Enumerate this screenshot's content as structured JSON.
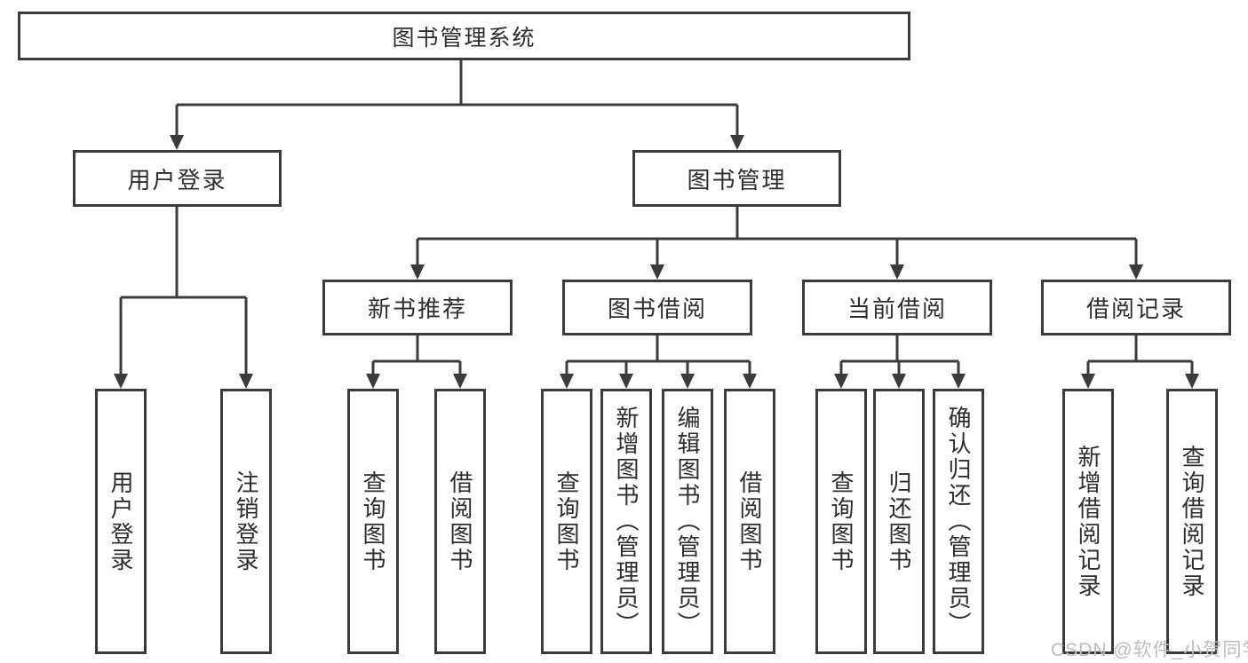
{
  "diagram": {
    "root": {
      "label": "图书管理系统"
    },
    "level2": [
      {
        "label": "用户登录"
      },
      {
        "label": "图书管理"
      }
    ],
    "level3": [
      {
        "label": "新书推荐",
        "parent": "图书管理"
      },
      {
        "label": "图书借阅",
        "parent": "图书管理"
      },
      {
        "label": "当前借阅",
        "parent": "图书管理"
      },
      {
        "label": "借阅记录",
        "parent": "图书管理"
      }
    ],
    "leaves": [
      {
        "label": "用户登录",
        "parent": "用户登录"
      },
      {
        "label": "注销登录",
        "parent": "用户登录"
      },
      {
        "label": "查询图书",
        "parent": "新书推荐"
      },
      {
        "label": "借阅图书",
        "parent": "新书推荐"
      },
      {
        "label": "查询图书",
        "parent": "图书借阅"
      },
      {
        "label": "新增图书（管理员）",
        "parent": "图书借阅"
      },
      {
        "label": "编辑图书（管理员）",
        "parent": "图书借阅"
      },
      {
        "label": "借阅图书",
        "parent": "图书借阅"
      },
      {
        "label": "查询图书",
        "parent": "当前借阅"
      },
      {
        "label": "归还图书",
        "parent": "当前借阅"
      },
      {
        "label": "确认归还（管理员）",
        "parent": "当前借阅"
      },
      {
        "label": "新增借阅记录",
        "parent": "借阅记录"
      },
      {
        "label": "查询借阅记录",
        "parent": "借阅记录"
      }
    ],
    "colors": {
      "line": "#3b3b3b",
      "text": "#2d2d2d",
      "box_background": "#ffffff"
    }
  },
  "watermark": {
    "text": "CSDN @软件_小贺同学",
    "color": "#bdbdbd"
  }
}
